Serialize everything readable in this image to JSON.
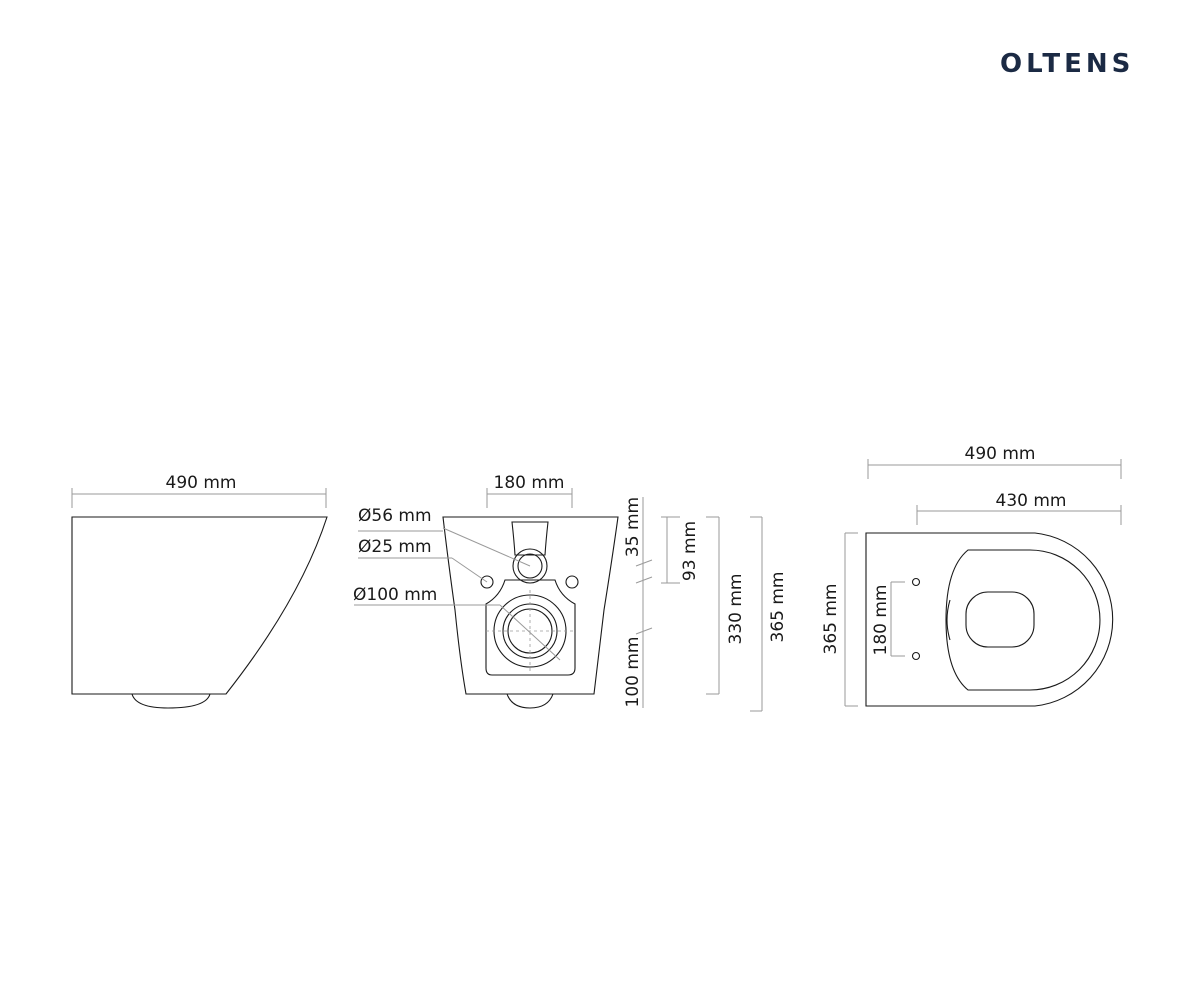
{
  "brand": {
    "logo_text": "OLTENS"
  },
  "side_view": {
    "width_label": "490 mm"
  },
  "back_view": {
    "width_label": "180 mm",
    "d56_label": "Ø56 mm",
    "d25_label": "Ø25 mm",
    "d100_label": "Ø100 mm",
    "h35_label": "35 mm",
    "h93_label": "93 mm",
    "h100_label": "100 mm",
    "h330_label": "330 mm",
    "h365_label": "365 mm"
  },
  "top_view": {
    "width490_label": "490 mm",
    "width430_label": "430 mm",
    "height365_label": "365 mm",
    "spacing180_label": "180 mm"
  }
}
